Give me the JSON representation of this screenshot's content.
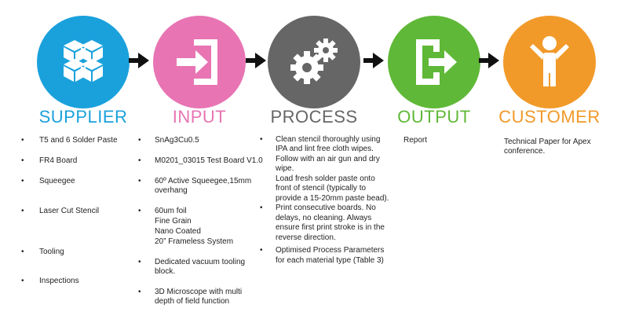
{
  "colors": {
    "supplier": "#1aa1dc",
    "input": "#e874b3",
    "process": "#666666",
    "output": "#5fb837",
    "customer": "#f19a29",
    "arrow": "#111111"
  },
  "stages": [
    {
      "heading": "SUPPLIER",
      "icon": "boxes-icon"
    },
    {
      "heading": "INPUT",
      "icon": "enter-icon"
    },
    {
      "heading": "PROCESS",
      "icon": "gears-icon"
    },
    {
      "heading": "OUTPUT",
      "icon": "exit-icon"
    },
    {
      "heading": "CUSTOMER",
      "icon": "person-icon"
    }
  ],
  "supplier_items": [
    "T5 and 6 Solder Paste",
    "FR4 Board",
    "Squeegee",
    "Laser Cut Stencil",
    "Tooling",
    "Inspections"
  ],
  "input_items": [
    [
      "SnAg3Cu0.5"
    ],
    [
      "M0201_03015 Test Board V1.0"
    ],
    [
      "60º Active Squeegee,15mm",
      "overhang"
    ],
    [
      "60um foil",
      "Fine Grain",
      "Nano Coated",
      "20” Frameless System"
    ],
    [
      "Dedicated vacuum tooling",
      "block."
    ],
    [
      "3D Microscope with multi",
      "depth of field function"
    ]
  ],
  "process_items": [
    [
      "Clean stencil thoroughly using",
      "IPA and lint free cloth wipes.",
      "Follow with an air gun and dry",
      "wipe.",
      "Load fresh solder paste onto",
      "front of stencil (typically to",
      "provide a 15-20mm paste bead)."
    ],
    [
      "Print consecutive boards. No",
      "delays, no cleaning. Always",
      "ensure first print stroke is in the",
      "reverse direction."
    ],
    [
      "Optimised Process Parameters",
      "for each material type (Table 3)"
    ]
  ],
  "output_items": [
    "Report"
  ],
  "customer_lines": [
    "Technical Paper for Apex",
    "conference."
  ],
  "bullet_char": "•"
}
